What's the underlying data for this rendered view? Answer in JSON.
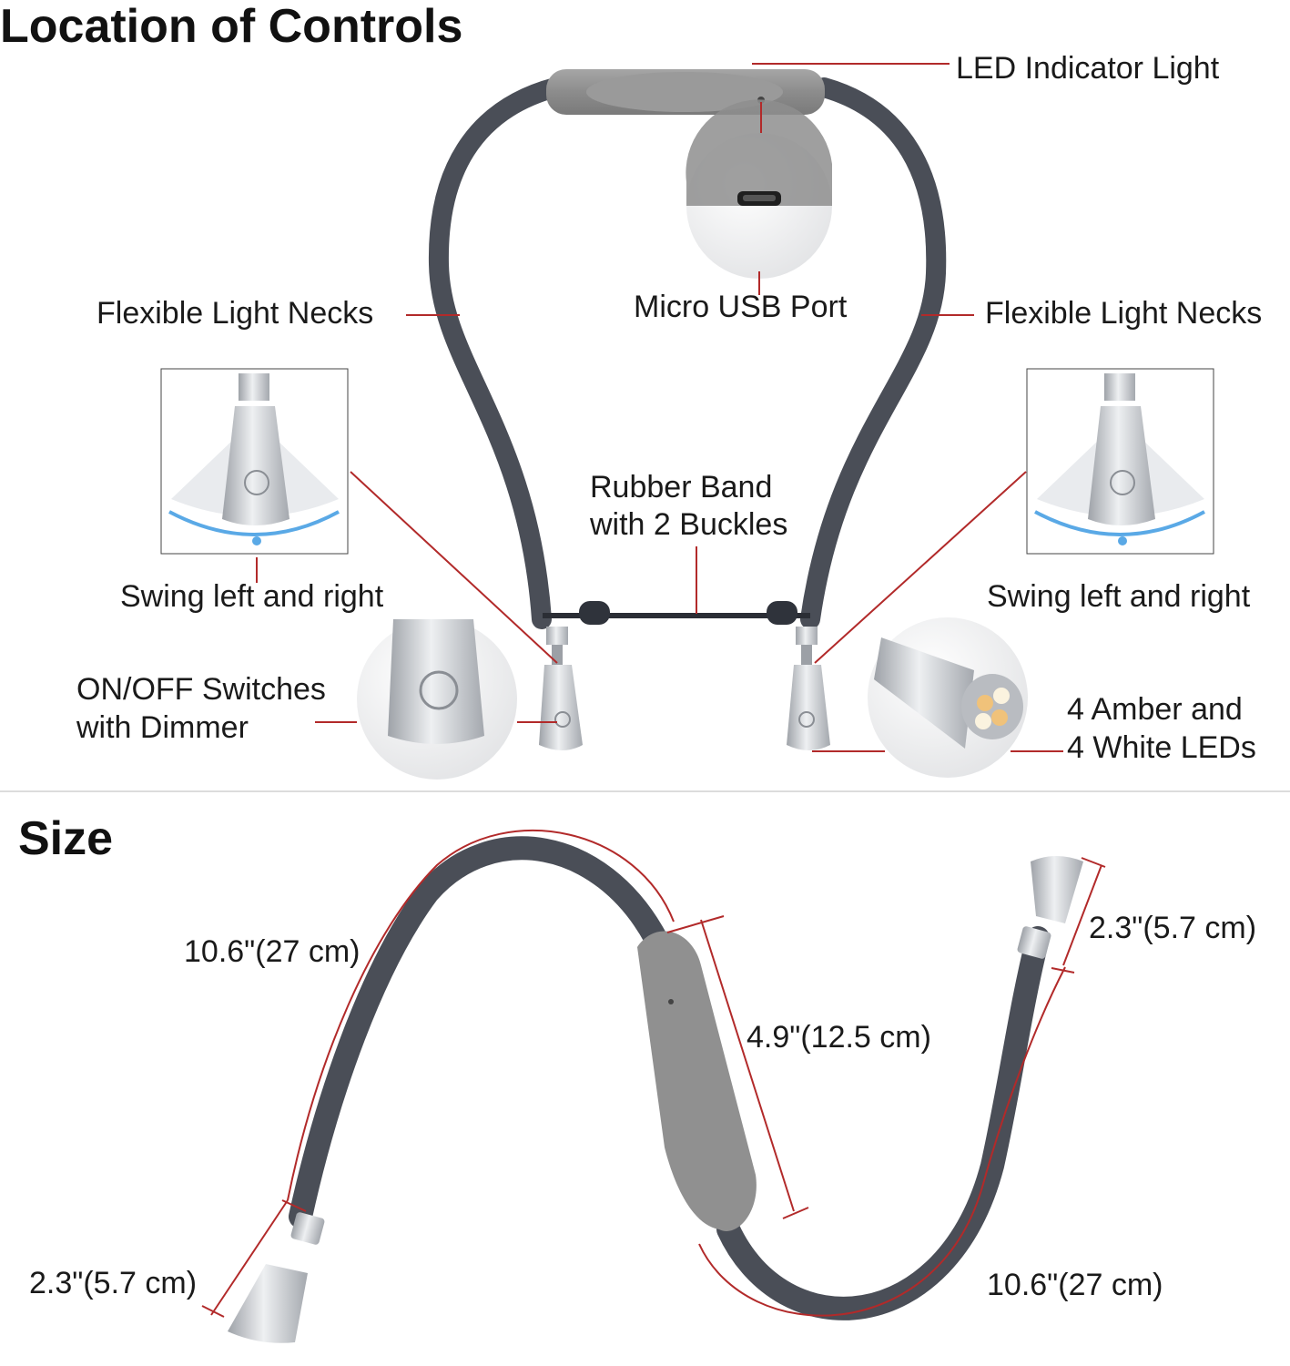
{
  "sections": {
    "controls_title": "Location of Controls",
    "size_title": "Size"
  },
  "controls": {
    "led_indicator": "LED Indicator Light",
    "usb_port": "Micro USB Port",
    "neck_left": "Flexible Light Necks",
    "neck_right": "Flexible Light Necks",
    "band_line1": "Rubber Band",
    "band_line2": "with 2 Buckles",
    "swing_left": "Swing left and right",
    "swing_right": "Swing left and right",
    "switch_line1": "ON/OFF Switches",
    "switch_line2": "with Dimmer",
    "leds_line1": "4 Amber and",
    "leds_line2": "4 White LEDs"
  },
  "size": {
    "neck_length_top": "10.6\"(27 cm)",
    "body_length": "4.9\"(12.5 cm)",
    "head_length_right": "2.3\"(5.7 cm)",
    "head_length_left": "2.3\"(5.7 cm)",
    "neck_length_bottom": "10.6\"(27 cm)"
  },
  "colors": {
    "neck": "#4a4e57",
    "body": "#8f8f8f",
    "metal": "#c4c7cc",
    "callout": "#b22a2a",
    "swing_arrow": "#5aa9e6"
  }
}
